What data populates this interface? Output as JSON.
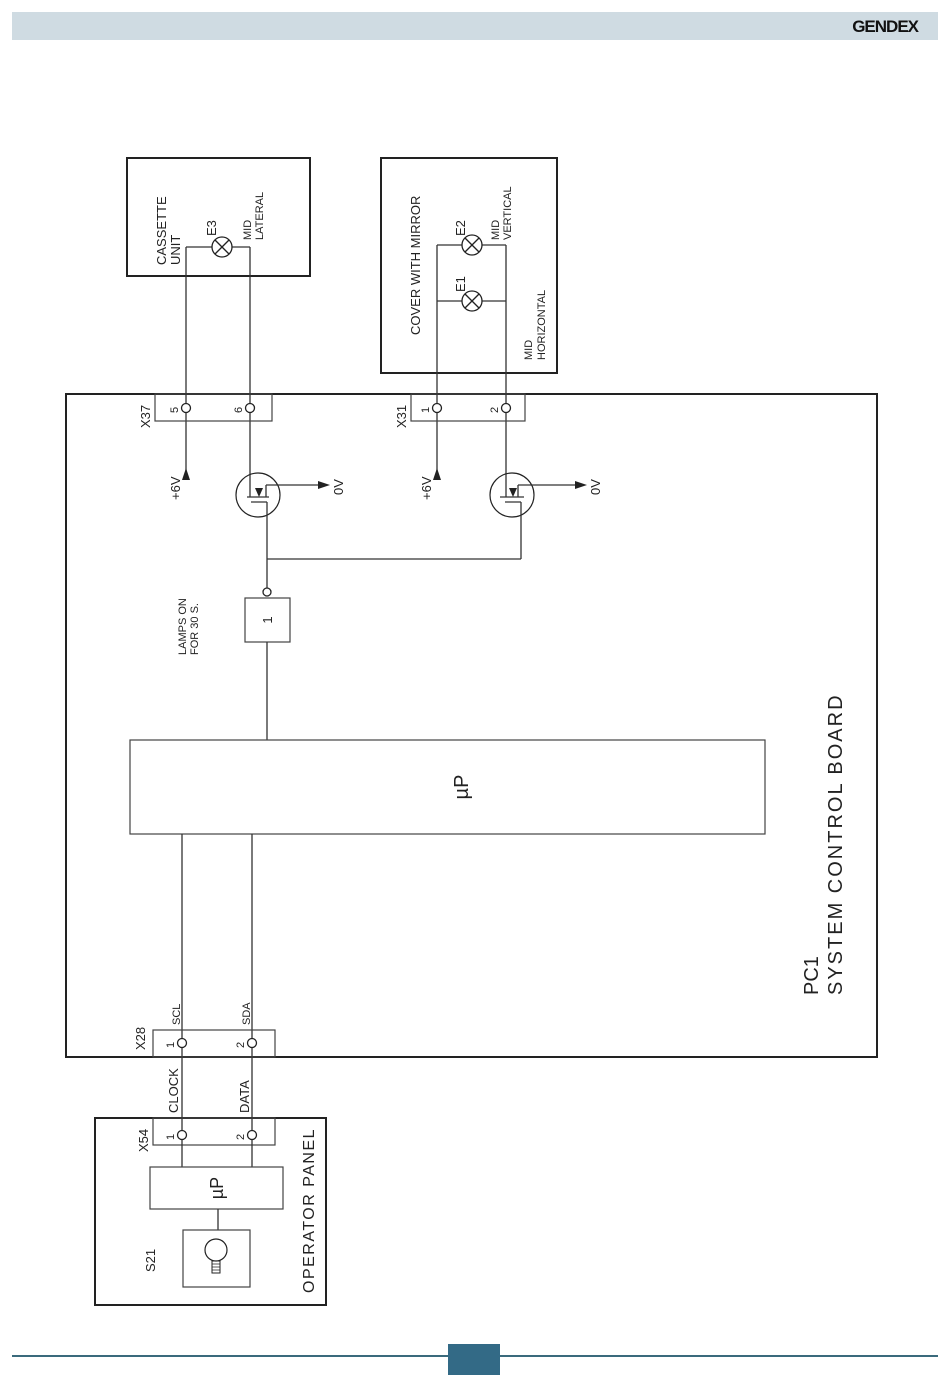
{
  "header": {
    "logo": "GENDEX",
    "bar_color": "#cfdbe2"
  },
  "footer": {
    "accent_color": "#336a86"
  },
  "diagram": {
    "cassette_unit": {
      "title_line1": "CASSETTE",
      "title_line2": "UNIT",
      "lamp": "E3",
      "lamp_label_line1": "MID",
      "lamp_label_line2": "LATERAL"
    },
    "cover": {
      "title": "COVER WITH MIRROR",
      "lamp_e2": "E2",
      "lamp_e2_label_line1": "MID",
      "lamp_e2_label_line2": "VERTICAL",
      "lamp_e1": "E1",
      "lamp_e1_label_line1": "MID",
      "lamp_e1_label_line2": "HORIZONTAL"
    },
    "x37": {
      "name": "X37",
      "pin_a": "5",
      "pin_b": "6"
    },
    "x31": {
      "name": "X31",
      "pin_a": "1",
      "pin_b": "2"
    },
    "supply_1": "+6V",
    "ground_1": "0V",
    "supply_2": "+6V",
    "ground_2": "0V",
    "timer": {
      "label_line1": "LAMPS ON",
      "label_line2": "FOR 30 S.",
      "value": "1"
    },
    "board_mcu": "µP",
    "board": {
      "name": "PC1",
      "title": "SYSTEM CONTROL BOARD"
    },
    "x28": {
      "name": "X28",
      "pin_a": "1",
      "pin_b": "2",
      "signal_a": "SCL",
      "signal_b": "SDA"
    },
    "bus": {
      "clock": "CLOCK",
      "data": "DATA"
    },
    "operator_panel": {
      "title": "OPERATOR PANEL",
      "connector": "X54",
      "pin_a": "1",
      "pin_b": "2",
      "mcu": "µP",
      "switch": "S21"
    }
  }
}
